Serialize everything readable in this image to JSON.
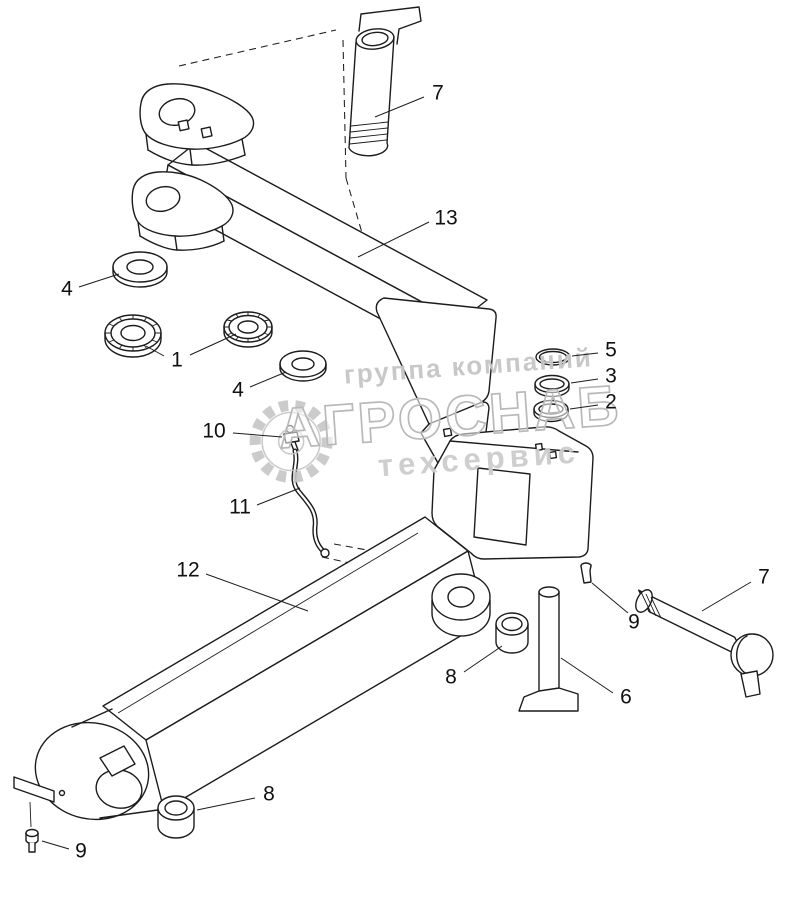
{
  "figure": {
    "type": "exploded-parts-diagram",
    "background_color": "#ffffff",
    "line_color": "#1c1c1c"
  },
  "watermark": {
    "line_top": "группа компаний",
    "line_main": "АГРОСНАБ",
    "line_bottom": "техсервис",
    "text_color": "#c6c6c6",
    "outline_color": "#b9b9b9"
  },
  "callouts": [
    {
      "label": "7"
    },
    {
      "label": "13"
    },
    {
      "label": "4"
    },
    {
      "label": "1"
    },
    {
      "label": "4"
    },
    {
      "label": "5"
    },
    {
      "label": "3"
    },
    {
      "label": "2"
    },
    {
      "label": "10"
    },
    {
      "label": "11"
    },
    {
      "label": "12"
    },
    {
      "label": "7"
    },
    {
      "label": "9"
    },
    {
      "label": "8"
    },
    {
      "label": "6"
    },
    {
      "label": "8"
    },
    {
      "label": "9"
    }
  ]
}
